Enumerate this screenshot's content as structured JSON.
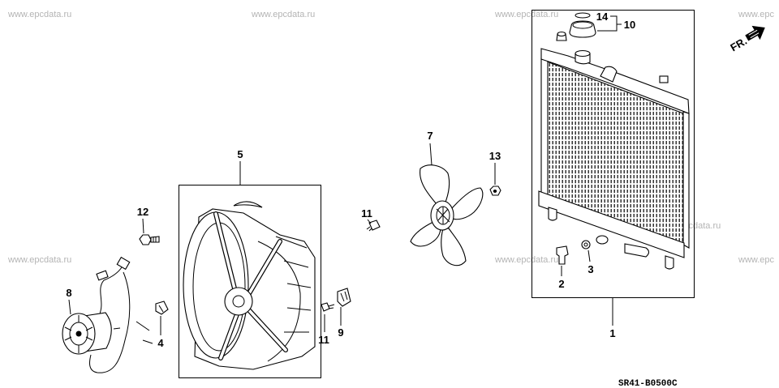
{
  "watermark": {
    "text": "www.epcdata.ru",
    "partial": "www.epc"
  },
  "direction_label": "FR.",
  "diagram_code": "SR41-B0500C",
  "callouts": {
    "part_1": "1",
    "part_2": "2",
    "part_3": "3",
    "part_4": "4",
    "part_5": "5",
    "part_7": "7",
    "part_8": "8",
    "part_9": "9",
    "part_10": "10",
    "part_11_upper": "11",
    "part_11_lower": "11",
    "part_12": "12",
    "part_13": "13",
    "part_14": "14"
  },
  "colors": {
    "line": "#000000",
    "watermark": "#b4b4b4",
    "background": "#ffffff"
  }
}
